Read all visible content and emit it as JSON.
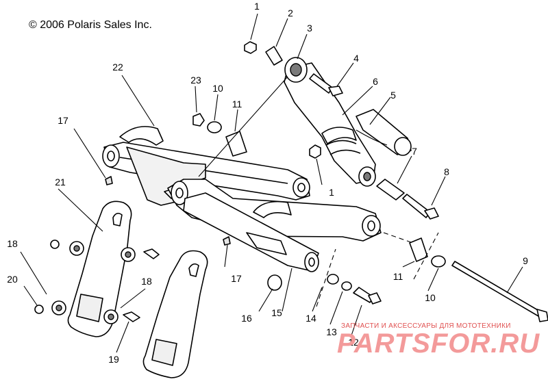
{
  "copyright": "© 2006 Polaris Sales Inc.",
  "watermark": {
    "tagline": "ЗАПЧАСТИ И АКСЕССУАРЫ ДЛЯ МОТОТЕХНИКИ",
    "logo": "PARTSFOR.RU"
  },
  "callouts": {
    "c1a": "1",
    "c1b": "1",
    "c2": "2",
    "c3": "3",
    "c4": "4",
    "c5": "5",
    "c6": "6",
    "c7": "7",
    "c8": "8",
    "c9": "9",
    "c10a": "10",
    "c10b": "10",
    "c11a": "11",
    "c11b": "11",
    "c12": "12",
    "c13": "13",
    "c14": "14",
    "c15": "15",
    "c16": "16",
    "c17a": "17",
    "c17b": "17",
    "c18a": "18",
    "c18b": "18",
    "c19": "19",
    "c20": "20",
    "c21": "21",
    "c22": "22",
    "c23": "23"
  }
}
